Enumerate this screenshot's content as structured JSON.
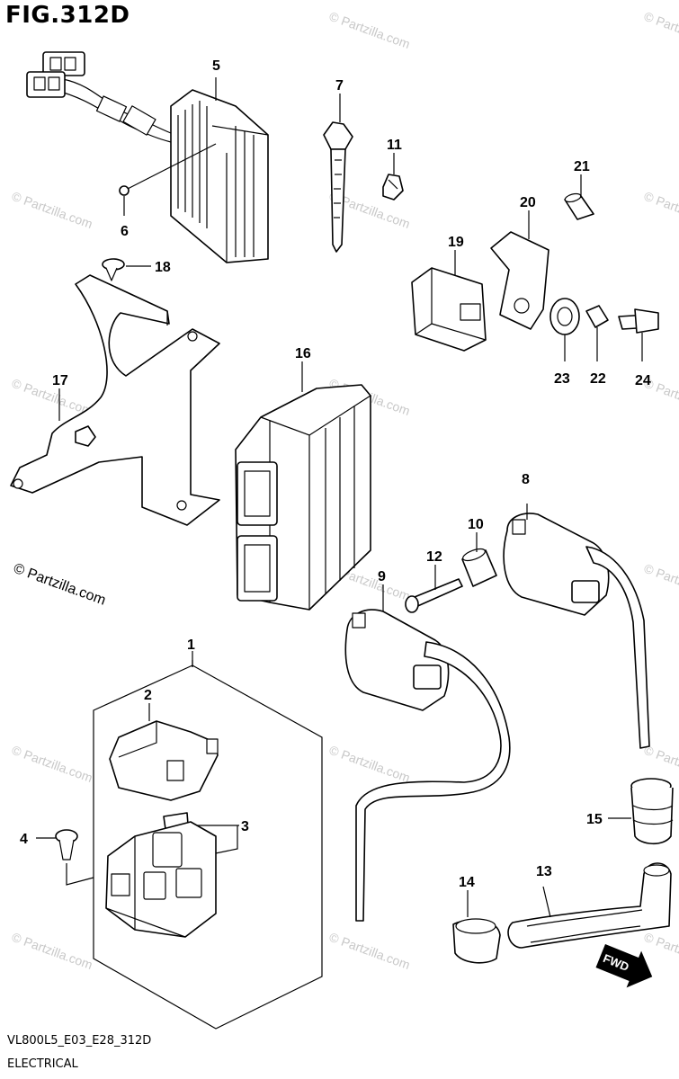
{
  "figure": {
    "title": "FIG.312D",
    "code": "VL800L5_E03_E28_312D",
    "name": "ELECTRICAL"
  },
  "watermark": {
    "main_text": "© Partzilla.com",
    "faint_text": "© Partzilla.com"
  },
  "direction_badge": {
    "label": "FWD"
  },
  "callouts": {
    "p1": "1",
    "p2": "2",
    "p3": "3",
    "p4": "4",
    "p5": "5",
    "p6": "6",
    "p7": "7",
    "p8": "8",
    "p9": "9",
    "p10": "10",
    "p11": "11",
    "p12": "12",
    "p13": "13",
    "p14": "14",
    "p15": "15",
    "p16": "16",
    "p17": "17",
    "p18": "18",
    "p19": "19",
    "p20": "20",
    "p21": "21",
    "p22": "22",
    "p23": "23",
    "p24": "24"
  }
}
